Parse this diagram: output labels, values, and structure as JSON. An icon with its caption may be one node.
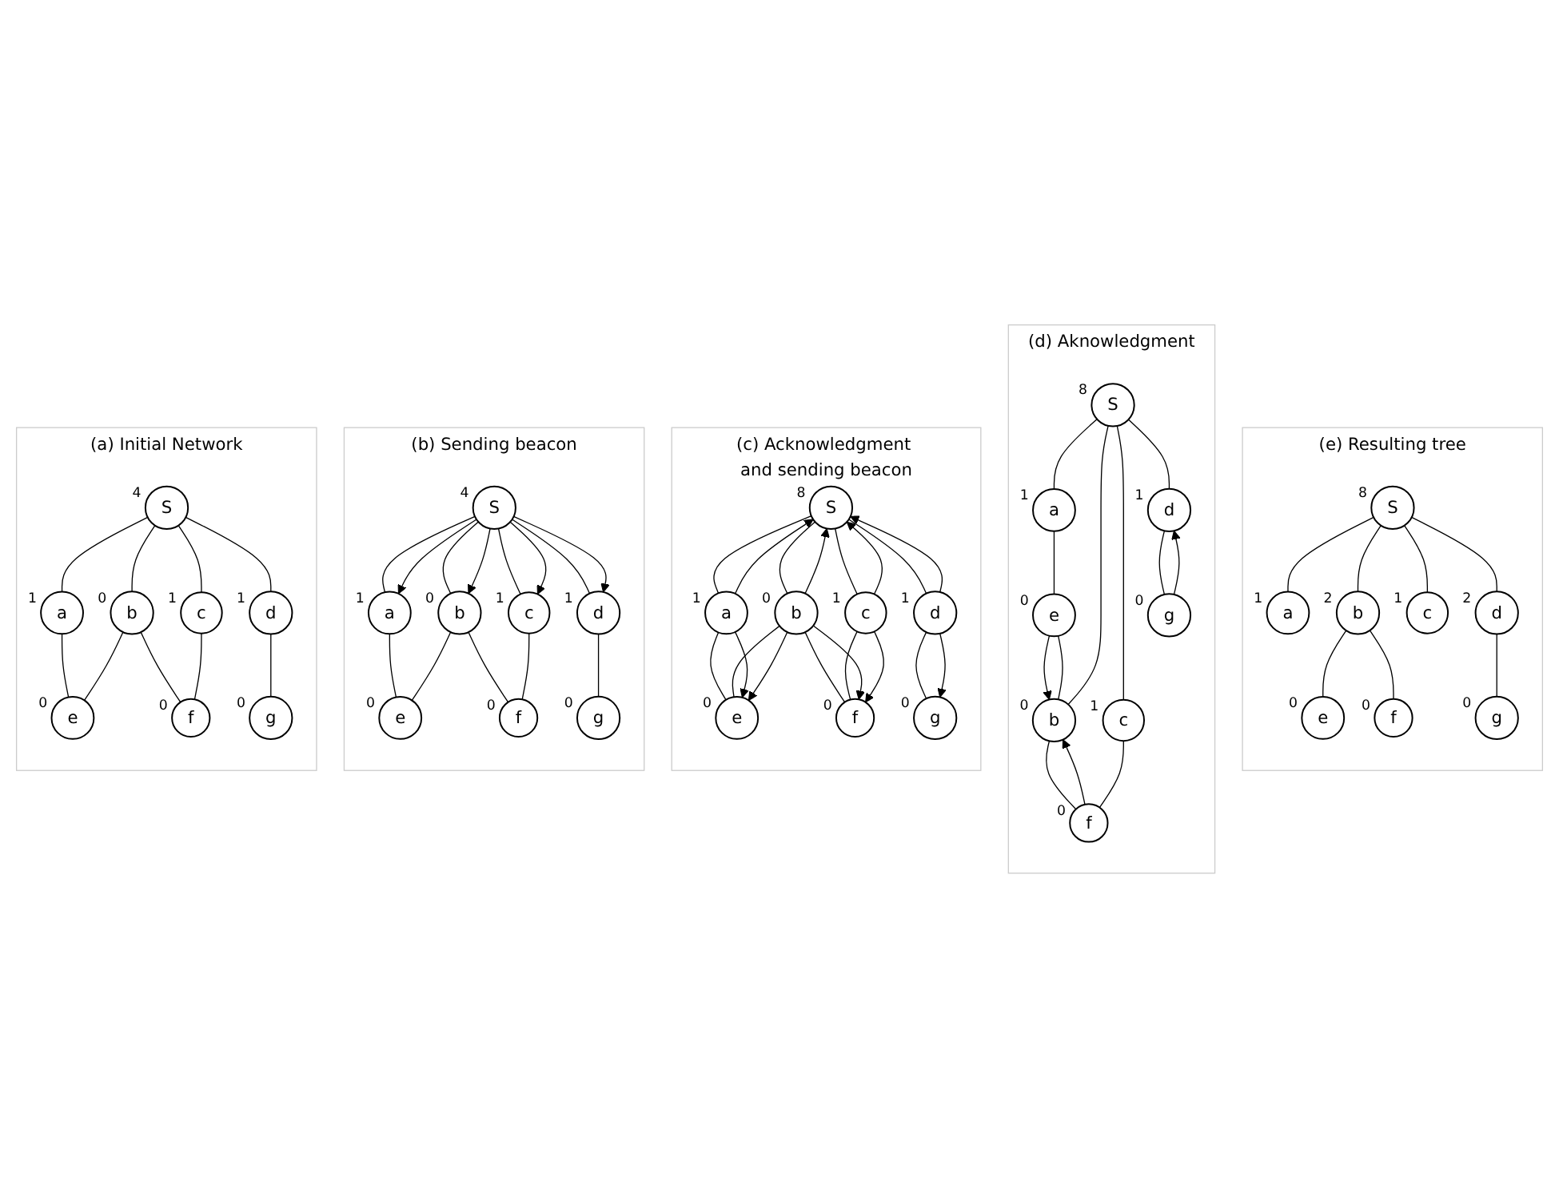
{
  "diagram": {
    "nodes": [
      {
        "text": [
          "(a) Initial Network"
        ]
      },
      {
        "text": [
          "S"
        ],
        "beside": [
          "4"
        ],
        "in": 0
      },
      {
        "text": [
          "a"
        ],
        "beside": [
          "1"
        ],
        "in": 0
      },
      {
        "text": [
          "b"
        ],
        "beside": [
          "0"
        ],
        "in": 0
      },
      {
        "text": [
          "c"
        ],
        "beside": [
          "1"
        ],
        "in": 0
      },
      {
        "text": [
          "d"
        ],
        "beside": [
          "1"
        ],
        "in": 0
      },
      {
        "text": [
          "e"
        ],
        "beside": [
          "0"
        ],
        "in": 0
      },
      {
        "text": [
          "f"
        ],
        "beside": [
          "0"
        ],
        "in": 0
      },
      {
        "text": [
          "g"
        ],
        "beside": [
          "0"
        ],
        "in": 0
      },
      {
        "text": [
          "(b) Sending beacon"
        ]
      },
      {
        "text": [
          "S"
        ],
        "beside": [
          "4"
        ],
        "in": 9
      },
      {
        "text": [
          "a"
        ],
        "beside": [
          "1"
        ],
        "in": 9
      },
      {
        "text": [
          "b"
        ],
        "beside": [
          "0"
        ],
        "in": 9
      },
      {
        "text": [
          "c"
        ],
        "beside": [
          "1"
        ],
        "in": 9
      },
      {
        "text": [
          "d"
        ],
        "beside": [
          "1"
        ],
        "in": 9
      },
      {
        "text": [
          "e"
        ],
        "beside": [
          "0"
        ],
        "in": 9
      },
      {
        "text": [
          "f"
        ],
        "beside": [
          "0"
        ],
        "in": 9
      },
      {
        "text": [
          "g"
        ],
        "beside": [
          "0"
        ],
        "in": 9
      },
      {
        "text": [
          "(c) Acknowledgment and sending beacon"
        ]
      },
      {
        "text": [
          "S"
        ],
        "beside": [
          "8"
        ],
        "in": 18
      },
      {
        "text": [
          "a"
        ],
        "beside": [
          "1"
        ],
        "in": 18
      },
      {
        "text": [
          "b"
        ],
        "beside": [
          "0"
        ],
        "in": 18
      },
      {
        "text": [
          "c"
        ],
        "beside": [
          "1"
        ],
        "in": 18
      },
      {
        "text": [
          "d"
        ],
        "beside": [
          "1"
        ],
        "in": 18
      },
      {
        "text": [
          "e"
        ],
        "beside": [
          "0"
        ],
        "in": 18
      },
      {
        "text": [
          "f"
        ],
        "beside": [
          "0"
        ],
        "in": 18
      },
      {
        "text": [
          "g"
        ],
        "beside": [
          "0"
        ],
        "in": 18
      },
      {
        "text": [
          "(d) Aknowledgment"
        ]
      },
      {
        "text": [
          "S"
        ],
        "beside": [
          "8"
        ],
        "in": 27
      },
      {
        "text": [
          "a"
        ],
        "beside": [
          "1"
        ],
        "in": 27
      },
      {
        "text": [
          "b"
        ],
        "beside": [
          "0"
        ],
        "in": 27
      },
      {
        "text": [
          "c"
        ],
        "beside": [
          "1"
        ],
        "in": 27
      },
      {
        "text": [
          "d"
        ],
        "beside": [
          "1"
        ],
        "in": 27
      },
      {
        "text": [
          "e"
        ],
        "beside": [
          "0"
        ],
        "in": 27
      },
      {
        "text": [
          "f"
        ],
        "beside": [
          "0"
        ],
        "in": 27
      },
      {
        "text": [
          "g"
        ],
        "beside": [
          "0"
        ],
        "in": 27
      },
      {
        "text": [
          "(e) Resulting tree"
        ]
      },
      {
        "text": [
          "S"
        ],
        "beside": [
          "8"
        ],
        "in": 36
      },
      {
        "text": [
          "a"
        ],
        "beside": [
          "1"
        ],
        "in": 36
      },
      {
        "text": [
          "b"
        ],
        "beside": [
          "2"
        ],
        "in": 36
      },
      {
        "text": [
          "c"
        ],
        "beside": [
          "1"
        ],
        "in": 36
      },
      {
        "text": [
          "d"
        ],
        "beside": [
          "2"
        ],
        "in": 36
      },
      {
        "text": [
          "e"
        ],
        "beside": [
          "0"
        ],
        "in": 36
      },
      {
        "text": [
          "f"
        ],
        "beside": [
          "0"
        ],
        "in": 36
      },
      {
        "text": [
          "g"
        ],
        "beside": [
          "0"
        ],
        "in": 36
      }
    ],
    "edges": [
      {
        "from": 1,
        "to": 2,
        "arrow": "none"
      },
      {
        "from": 1,
        "to": 3,
        "arrow": "none"
      },
      {
        "from": 1,
        "to": 4,
        "arrow": "none"
      },
      {
        "from": 1,
        "to": 5,
        "arrow": "none"
      },
      {
        "from": 2,
        "to": 6,
        "arrow": "none"
      },
      {
        "from": 3,
        "to": 6,
        "arrow": "none"
      },
      {
        "from": 3,
        "to": 7,
        "arrow": "none"
      },
      {
        "from": 4,
        "to": 7,
        "arrow": "none"
      },
      {
        "from": 5,
        "to": 8,
        "arrow": "none"
      },
      {
        "from": 10,
        "to": 11,
        "arrow": "none"
      },
      {
        "from": 10,
        "to": 12,
        "arrow": "none"
      },
      {
        "from": 10,
        "to": 13,
        "arrow": "none"
      },
      {
        "from": 10,
        "to": 14,
        "arrow": "none"
      },
      {
        "from": 11,
        "to": 15,
        "arrow": "none"
      },
      {
        "from": 12,
        "to": 15,
        "arrow": "none"
      },
      {
        "from": 12,
        "to": 16,
        "arrow": "none"
      },
      {
        "from": 13,
        "to": 16,
        "arrow": "none"
      },
      {
        "from": 14,
        "to": 17,
        "arrow": "none"
      },
      {
        "from": 10,
        "to": 11,
        "arrow": "to"
      },
      {
        "from": 10,
        "to": 12,
        "arrow": "to"
      },
      {
        "from": 10,
        "to": 13,
        "arrow": "to"
      },
      {
        "from": 10,
        "to": 14,
        "arrow": "to"
      },
      {
        "from": 19,
        "to": 20,
        "arrow": "none"
      },
      {
        "from": 19,
        "to": 21,
        "arrow": "none"
      },
      {
        "from": 19,
        "to": 22,
        "arrow": "none"
      },
      {
        "from": 19,
        "to": 23,
        "arrow": "none"
      },
      {
        "from": 20,
        "to": 24,
        "arrow": "none"
      },
      {
        "from": 21,
        "to": 24,
        "arrow": "none"
      },
      {
        "from": 21,
        "to": 25,
        "arrow": "none"
      },
      {
        "from": 22,
        "to": 25,
        "arrow": "none"
      },
      {
        "from": 23,
        "to": 26,
        "arrow": "none"
      },
      {
        "from": 20,
        "to": 19,
        "arrow": "to"
      },
      {
        "from": 21,
        "to": 19,
        "arrow": "to"
      },
      {
        "from": 22,
        "to": 19,
        "arrow": "to"
      },
      {
        "from": 23,
        "to": 19,
        "arrow": "to"
      },
      {
        "from": 20,
        "to": 24,
        "arrow": "to"
      },
      {
        "from": 21,
        "to": 24,
        "arrow": "to"
      },
      {
        "from": 21,
        "to": 25,
        "arrow": "to"
      },
      {
        "from": 22,
        "to": 25,
        "arrow": "to"
      },
      {
        "from": 23,
        "to": 26,
        "arrow": "to"
      },
      {
        "from": 28,
        "to": 29,
        "arrow": "none"
      },
      {
        "from": 28,
        "to": 30,
        "arrow": "none"
      },
      {
        "from": 28,
        "to": 31,
        "arrow": "none"
      },
      {
        "from": 28,
        "to": 32,
        "arrow": "none"
      },
      {
        "from": 29,
        "to": 33,
        "arrow": "none"
      },
      {
        "from": 30,
        "to": 33,
        "arrow": "none"
      },
      {
        "from": 30,
        "to": 34,
        "arrow": "none"
      },
      {
        "from": 31,
        "to": 34,
        "arrow": "none"
      },
      {
        "from": 32,
        "to": 35,
        "arrow": "none"
      },
      {
        "from": 33,
        "to": 30,
        "arrow": "to"
      },
      {
        "from": 34,
        "to": 30,
        "arrow": "to"
      },
      {
        "from": 35,
        "to": 32,
        "arrow": "to"
      },
      {
        "from": 37,
        "to": 38,
        "arrow": "none"
      },
      {
        "from": 37,
        "to": 39,
        "arrow": "none"
      },
      {
        "from": 37,
        "to": 40,
        "arrow": "none"
      },
      {
        "from": 37,
        "to": 41,
        "arrow": "none"
      },
      {
        "from": 39,
        "to": 42,
        "arrow": "none"
      },
      {
        "from": 39,
        "to": 43,
        "arrow": "none"
      },
      {
        "from": 41,
        "to": 44,
        "arrow": "none"
      }
    ]
  }
}
